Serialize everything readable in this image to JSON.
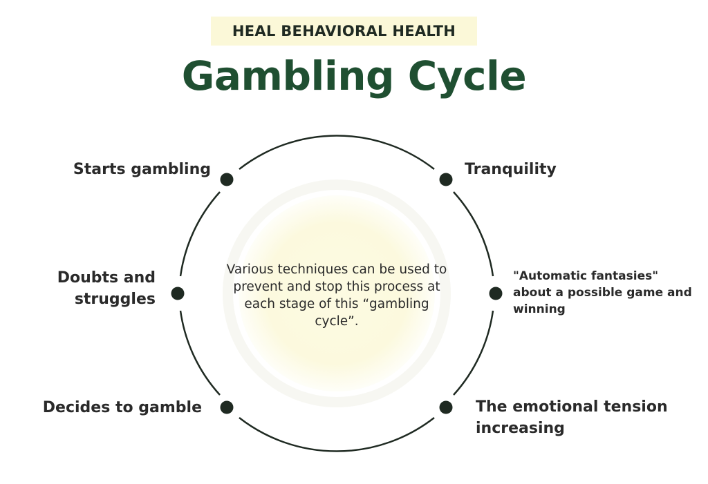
{
  "header": {
    "brand": "HEAL BEHAVIORAL HEALTH",
    "title": "Gambling Cycle"
  },
  "center": {
    "text": "Various techniques can be used to prevent and stop this process at each stage of this “gambling cycle”."
  },
  "stages": {
    "starts_gambling": "Starts gambling",
    "tranquility": "Tranquility",
    "automatic_fantasies": "\"Automatic fantasies\" about a possible game and winning",
    "emotional_tension": "The emotional tension increasing",
    "decides_to_gamble": "Decides to gamble",
    "doubts_and_struggles": "Doubts and struggles"
  },
  "colors": {
    "title_green": "#1f4f31",
    "brand_highlight": "#fbf8d8",
    "center_fill": "#fdfbe4",
    "ring_stroke": "#1f2a22"
  }
}
